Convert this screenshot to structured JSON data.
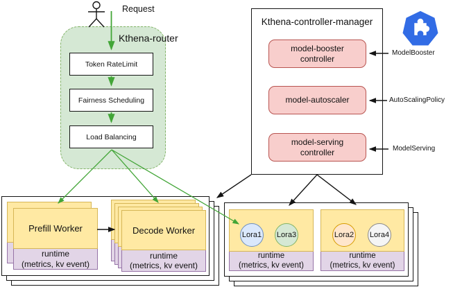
{
  "actor": {
    "request_label": "Request"
  },
  "router": {
    "title": "Kthena-router",
    "steps": [
      "Token RateLimit",
      "Fairness Scheduling",
      "Load Balancing"
    ]
  },
  "manager": {
    "title": "Kthena-controller-manager",
    "controllers": [
      "model-booster\ncontroller",
      "model-autoscaler",
      "model-serving\ncontroller"
    ]
  },
  "crds": [
    "ModelBooster",
    "AutoScalingPolicy",
    "ModelServing"
  ],
  "worker_group": {
    "prefill": {
      "title": "Prefill Worker",
      "runtime": "runtime\n(metrics, kv event)"
    },
    "decode": {
      "title": "Decode Worker",
      "runtime": "runtime\n(metrics, kv event)"
    }
  },
  "lora_group": {
    "pod1": {
      "loras": [
        "Lora1",
        "Lora3"
      ],
      "runtime": "runtime\n(metrics, kv event)"
    },
    "pod2": {
      "loras": [
        "Lora2",
        "Lora4"
      ],
      "runtime": "runtime\n(metrics, kv event)"
    }
  },
  "colors": {
    "arrow_green": "#42a537",
    "router_fill": "#d5e8d4",
    "router_border": "#82b366",
    "controller_fill": "#f8cecc",
    "controller_border": "#b85450",
    "worker_fill": "#ffe9a3",
    "worker_border": "#d6b656",
    "runtime_fill": "#e2d5e7",
    "runtime_border": "#9673a6",
    "kubernetes_blue": "#326ce5",
    "lora1_fill": "#dae8fc",
    "lora3_fill": "#d5e8d4",
    "lora2_fill": "#ffe6cc",
    "lora4_fill": "#f5f5f5"
  }
}
